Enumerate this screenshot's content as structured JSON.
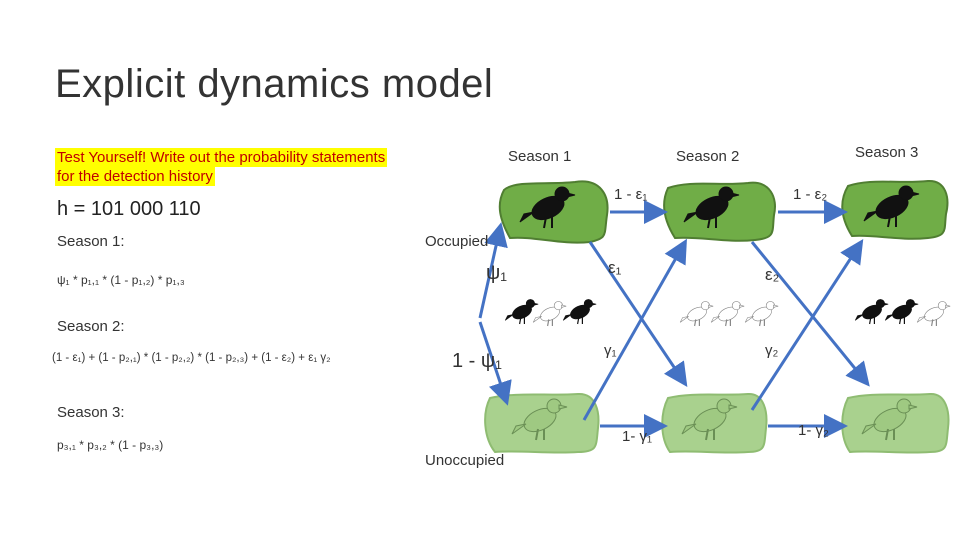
{
  "title": "Explicit dynamics model",
  "prompt": {
    "line1": "Test Yourself! Write out the probability statements",
    "line2": "for the detection history"
  },
  "history": "h = 101 000 110",
  "seasons_left": {
    "s1_label": "Season 1:",
    "s1_formula": "ψ₁ * p₁,₁ * (1 - p₁,₂) * p₁,₃",
    "s2_label": "Season 2:",
    "s2_formula": "(1 - ε₁) + (1 - p₂,₁) * (1 - p₂,₂) * (1 - p₂,₃) + (1 - ε₂) + ε₁ γ₂",
    "s3_label": "Season 3:",
    "s3_formula": "p₃,₁ * p₃,₂ * (1 - p₃,₃)"
  },
  "diagram": {
    "season1": "Season 1",
    "season2": "Season 2",
    "season3": "Season 3",
    "occupied": "Occupied",
    "unoccupied": "Unoccupied",
    "psi": "ψ₁",
    "one_minus_psi": "1 - ψ₁",
    "one_minus_eps1": "1 - ε₁",
    "one_minus_eps2": "1 - ε₂",
    "eps1": "ε₁",
    "eps2": "ε₂",
    "gamma1": "γ₁",
    "gamma2": "γ₂",
    "one_minus_gamma1": "1- γ₁",
    "one_minus_gamma2": "1- γ₂"
  },
  "colors": {
    "occupied_fill": "#70ad47",
    "occupied_stroke": "#507e32",
    "unoccupied_fill": "#a9d18e",
    "unoccupied_stroke": "#8fbc72",
    "arrow": "#4472c4",
    "highlight": "#ffff00",
    "prompt_text": "#c00000"
  }
}
